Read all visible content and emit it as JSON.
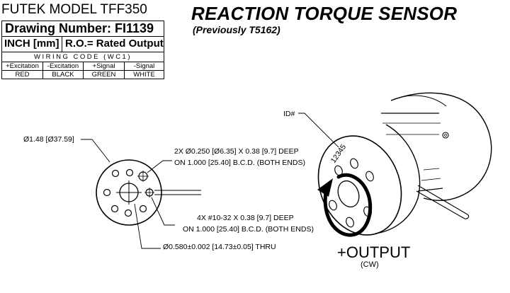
{
  "title_block": {
    "model": "FUTEK MODEL TFF350",
    "drawing_number": "Drawing Number: FI1139",
    "units": "INCH [mm]",
    "ro": "R.O.= Rated Output",
    "wiring_code": "WIRING CODE (WC1)",
    "wiring": [
      {
        "signal": "+Excitation",
        "color": "RED"
      },
      {
        "signal": "-Excitation",
        "color": "BLACK"
      },
      {
        "signal": "+Signal",
        "color": "GREEN"
      },
      {
        "signal": "-Signal",
        "color": "WHITE"
      }
    ]
  },
  "title": "REACTION TORQUE SENSOR",
  "subtitle": "(Previously T5162)",
  "annotations": {
    "diameter": "Ø1.48 [Ø37.59]",
    "holes_2x_line1": "2X Ø0.250 [Ø6.35] X 0.38 [9.7] DEEP",
    "holes_2x_line2": "ON 1.000 [25.40] B.C.D. (BOTH ENDS)",
    "holes_4x_line1": "4X #10-32 X 0.38 [9.7] DEEP",
    "holes_4x_line2": "ON 1.000 [25.40] B.C.D. (BOTH ENDS)",
    "thru": "Ø0.580±0.002 [14.73±0.05] THRU",
    "id_label": "ID#",
    "id_number": "12345",
    "output": "+OUTPUT",
    "direction": "(CW)"
  }
}
